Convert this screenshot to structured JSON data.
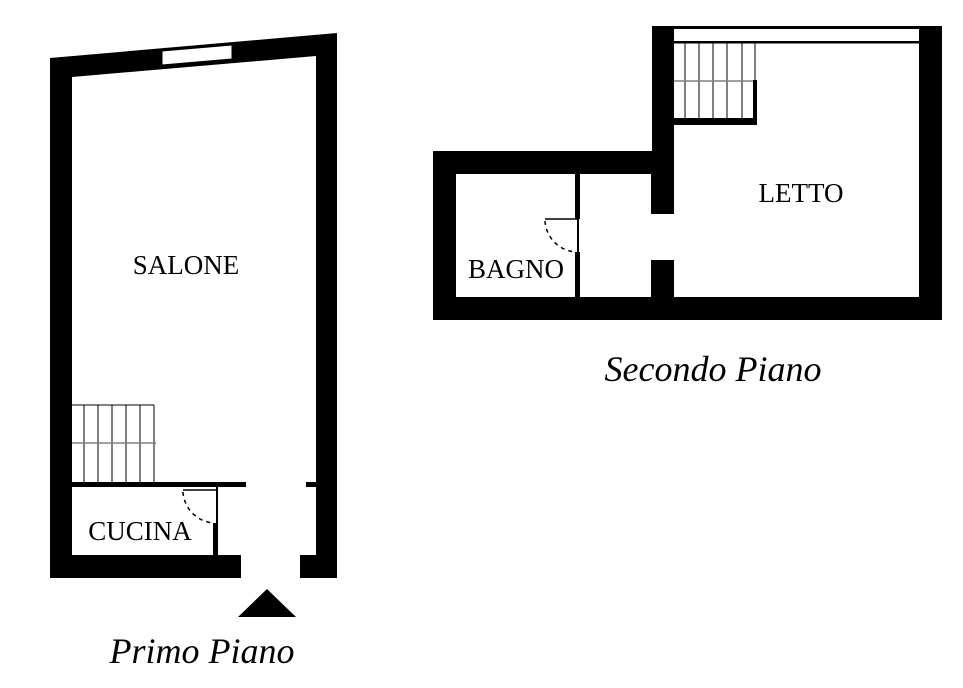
{
  "first_floor": {
    "title": "Primo Piano",
    "rooms": {
      "living": "SALONE",
      "kitchen": "CUCINA"
    }
  },
  "second_floor": {
    "title": "Secondo Piano",
    "rooms": {
      "bathroom": "BAGNO",
      "bedroom": "LETTO"
    }
  },
  "colors": {
    "wall": "#000000",
    "stair_midline": "#808080",
    "background": "#ffffff"
  }
}
